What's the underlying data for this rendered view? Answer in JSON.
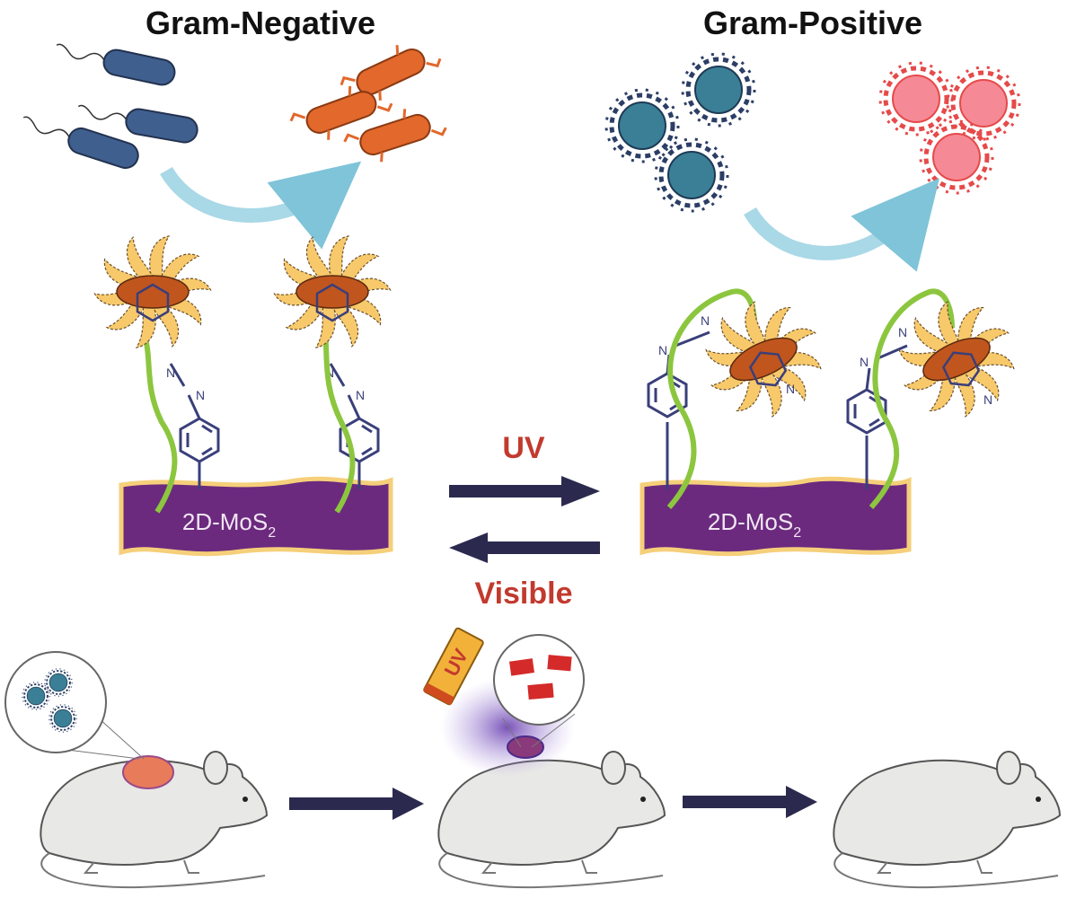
{
  "titles": {
    "left": "Gram-Negative",
    "right": "Gram-Positive"
  },
  "switch": {
    "forward": "UV",
    "reverse": "Visible"
  },
  "substrate": {
    "left": "2D-MoS",
    "left_sub": "2",
    "right": "2D-MoS",
    "right_sub": "2"
  },
  "azo_atom": "N",
  "flashlight_label": "UV",
  "colors": {
    "purple": "#6b2a7e",
    "arrow": "#2b2a4e",
    "accent_red": "#c23a2e",
    "green": "#8cc63f",
    "petal": "#f7c96a"
  }
}
